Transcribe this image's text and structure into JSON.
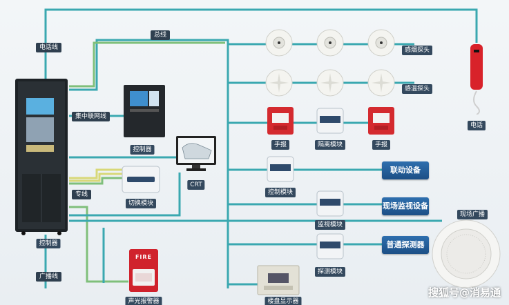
{
  "lines": {
    "phone_line": "电话线",
    "bus_line": "总线",
    "network_line": "集中联网线",
    "dedicated_line": "专线",
    "broadcast_line": "广播线"
  },
  "captions": {
    "cabinet": "控制器",
    "panel": "控制器",
    "crt": "CRT",
    "switch_module": "切换模块",
    "alarm": "声光报警器",
    "smoke": "感烟探头",
    "temp": "感温探头",
    "manual1": "手报",
    "isolation": "隔离模块",
    "manual2": "手报",
    "control_module": "控制模块",
    "monitor_module": "监视模块",
    "probe_module": "探测模块",
    "floor_display": "楼盘显示器",
    "phone": "电话",
    "broadcast": "现场广播"
  },
  "buttons": {
    "linkage": "联动设备",
    "site_monitor": "现场监视设备",
    "general_detector": "普通探测器"
  },
  "alarm_text": "FIRE",
  "watermark": "搜狐号@消易通",
  "colors": {
    "wire_teal": "#3aa8b0",
    "wire_blue": "#2f7fc0",
    "wire_green": "#7fbf7a",
    "wire_yellow": "#d8d878",
    "button_blue": "#1f5a93"
  }
}
